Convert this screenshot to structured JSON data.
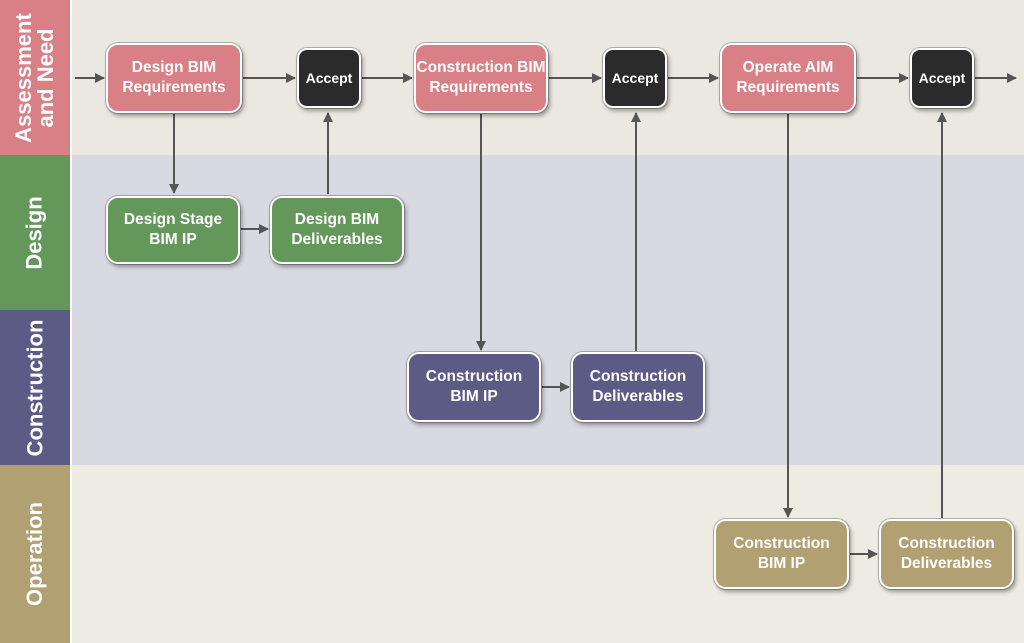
{
  "lanes": {
    "assessment": {
      "label": "Assessment\nand Need",
      "color": "#d97f86",
      "band": "#ebe8e1"
    },
    "design": {
      "label": "Design",
      "color": "#64975a",
      "band": "#d9d9e1"
    },
    "construction": {
      "label": "Construction",
      "color": "#5b5b85",
      "band": "#d9d9e1"
    },
    "operation": {
      "label": "Operation",
      "color": "#b0a072",
      "band": "#eeebe2"
    }
  },
  "nodes": {
    "design_bim_requirements": "Design BIM\nRequirements",
    "accept_1": "Accept",
    "construction_bim_requirements": "Construction BIM\nRequirements",
    "accept_2": "Accept",
    "operate_aim_requirements": "Operate AIM\nRequirements",
    "accept_3": "Accept",
    "design_stage_bim_ip": "Design Stage\nBIM IP",
    "design_bim_deliverables": "Design BIM\nDeliverables",
    "construction_bim_ip": "Construction\nBIM IP",
    "construction_deliverables": "Construction\nDeliverables",
    "operation_construction_bim_ip": "Construction\nBIM IP",
    "operation_construction_deliverables": "Construction\nDeliverables"
  },
  "colors": {
    "pink": "#d97f86",
    "green": "#64975a",
    "purple": "#5b5b85",
    "tan": "#b0a072",
    "black": "#2b2b2b",
    "arrow": "#555555"
  }
}
